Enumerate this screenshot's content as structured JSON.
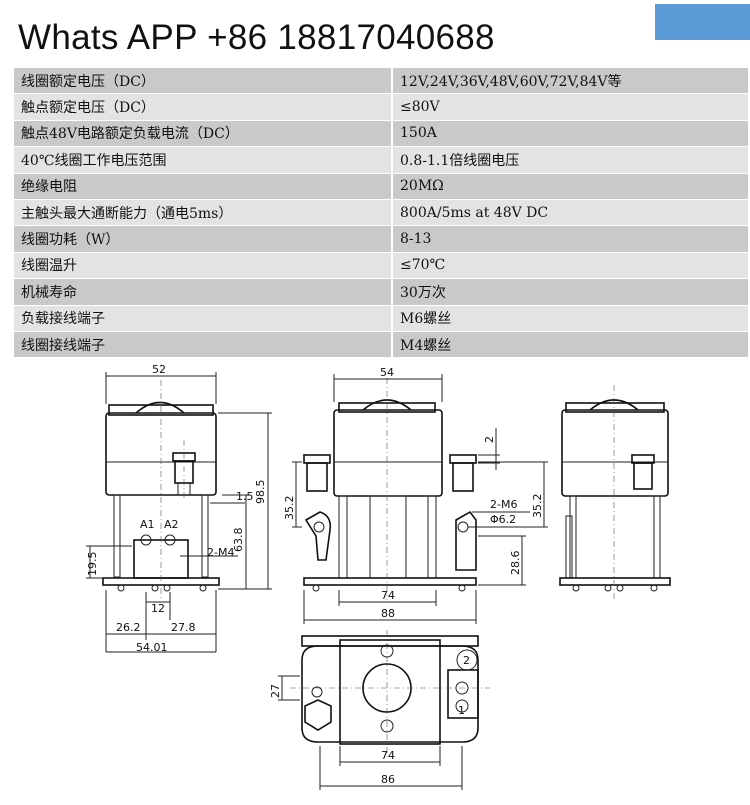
{
  "header": {
    "title": "Whats APP +86 18817040688",
    "accent_color": "#5b9bd5"
  },
  "specs": [
    {
      "label": "线圈额定电压（DC）",
      "value": "12V,24V,36V,48V,60V,72V,84V等"
    },
    {
      "label": "触点额定电压（DC）",
      "value": "≤80V"
    },
    {
      "label": "触点48V电路额定负载电流（DC）",
      "value": "150A"
    },
    {
      "label": "40℃线圈工作电压范围",
      "value": "0.8-1.1倍线圈电压"
    },
    {
      "label": "绝缘电阻",
      "value": "20MΩ"
    },
    {
      "label": "主触头最大通断能力（通电5ms）",
      "value": "800A/5ms at 48V DC"
    },
    {
      "label": "线圈功耗（W）",
      "value": "8-13"
    },
    {
      "label": "线圈温升",
      "value": "≤70℃"
    },
    {
      "label": "机械寿命",
      "value": "30万次"
    },
    {
      "label": "负载接线端子",
      "value": "M6螺丝"
    },
    {
      "label": "线圈接线端子",
      "value": "M4螺丝"
    }
  ],
  "drawing": {
    "dims": {
      "d52": "52",
      "d54": "54",
      "d2": "2",
      "d1_5": "1.5",
      "d98_5": "98.5",
      "d35_2a": "35.2",
      "d35_2b": "35.2",
      "d63_8": "63.8",
      "d19_5": "19.5",
      "d12": "12",
      "d26_2": "26.2",
      "d27_8": "27.8",
      "d54_01": "54.01",
      "d74a": "74",
      "d88": "88",
      "d28_6": "28.6",
      "d27": "27",
      "d74b": "74",
      "d86": "86"
    },
    "labels": {
      "a1": "A1",
      "a2": "A2",
      "m4": "2-M4",
      "m6": "2-M6",
      "phi": "Φ6.2",
      "c1": "1",
      "c2": "2"
    }
  }
}
